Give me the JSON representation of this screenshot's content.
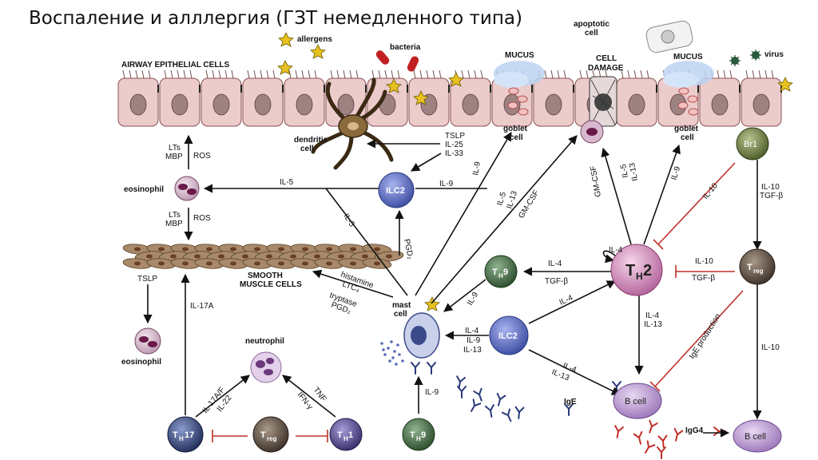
{
  "title": "Воспаление и алллергия (ГЗТ немедленного типа)",
  "labels": {
    "allergens": "allergens",
    "bacteria": "bacteria",
    "apoptotic_cell": [
      "apoptotic",
      "cell"
    ],
    "virus": "virus",
    "airway": "AIRWAY EPITHELIAL CELLS",
    "mucus": "MUCUS",
    "cell_damage": [
      "CELL",
      "DAMAGE"
    ],
    "goblet_cell": [
      "goblet",
      "cell"
    ],
    "dendritic_cell": [
      "dendritic",
      "cell"
    ],
    "eosinophil": "eosinophil",
    "smooth_muscle": [
      "SMOOTH",
      "MUSCLE CELLS"
    ],
    "mast_cell": [
      "mast",
      "cell"
    ],
    "neutrophil": "neutrophil",
    "b_cell": "B cell",
    "ige": "IgE",
    "igg4": "IgG4",
    "ilc2": "ILC2",
    "br1": "Br1",
    "th2_base": "T",
    "th2_sub": "H",
    "th2_num": "2",
    "th9_base": "T",
    "th9_sub": "H",
    "th9_num": "9",
    "th17_base": "T",
    "th17_sub": "H",
    "th17_num": "17",
    "th1_base": "T",
    "th1_sub": "H",
    "th1_num": "1",
    "treg_base": "T",
    "treg_sub": "reg"
  },
  "mediators": {
    "tslp_il25_il33": [
      "TSLP",
      "IL-25",
      "IL-33"
    ],
    "lts_mbp": [
      "LTs",
      "MBP"
    ],
    "ros": "ROS",
    "il5": "IL-5",
    "il9": "IL-9",
    "il4": "IL-4",
    "il13": "IL-13",
    "il10": "IL-10",
    "tgfb": "TGF-β",
    "il10_tgfb": [
      "IL-10",
      "TGF-β"
    ],
    "gmcsf": "GM-CSF",
    "il5_il13": [
      "IL-5",
      "IL-13"
    ],
    "il5_il13_gmcsf": [
      "IL-5",
      "IL-13",
      "GM-CSF"
    ],
    "pgd2": "PGD₂",
    "histamine_ltc4": [
      "histamine",
      "LTC₄"
    ],
    "tryptase_pgd2": [
      "tryptase",
      "PGD₂"
    ],
    "il4_il9_il13": [
      "IL-4",
      "IL-9",
      "IL-13"
    ],
    "il4_il13": [
      "IL-4",
      "IL-13"
    ],
    "tslp": "TSLP",
    "il17a": "IL-17A",
    "il17af": "IL-17A/F",
    "il22": "IL-22",
    "tnf": "TNF",
    "ifny": "IFN-γ",
    "ige_production": "IgE production"
  },
  "colors": {
    "epithelium": "#eccbcb",
    "epithelium_edge": "#8a5050",
    "nucleus": "#9e8181",
    "th2": "#d58fb4",
    "ilc2": "#5a6bbd",
    "th9": "#3f6f3f",
    "treg": "#5a4a3f",
    "th17": "#2f3e6f",
    "th1": "#4a3f7a",
    "bcell": "#b090c8",
    "br1": "#6f7f3f",
    "inhibit": "#c0302a"
  }
}
